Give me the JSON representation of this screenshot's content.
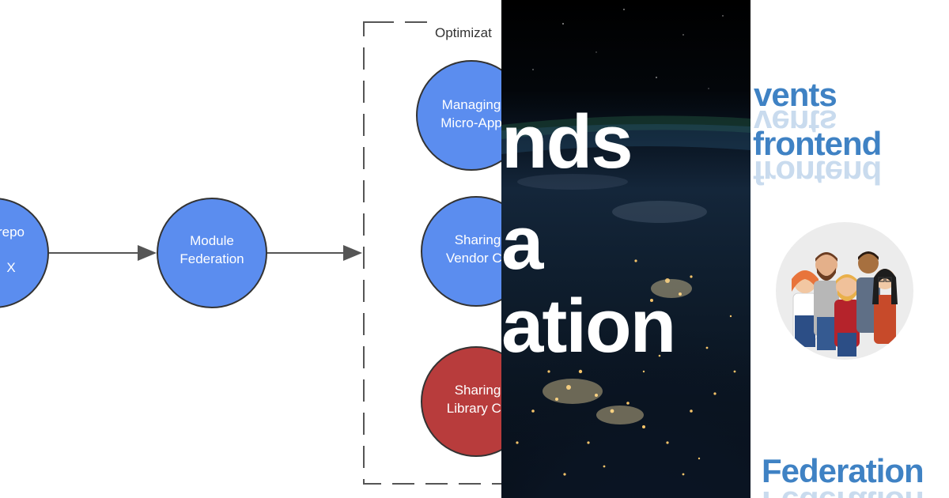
{
  "diagram": {
    "group_label": "Optimizat",
    "nodes": [
      {
        "lines": [
          "repo",
          "",
          "X"
        ],
        "color": "#5b8def"
      },
      {
        "lines": [
          "Module",
          "Federation"
        ],
        "color": "#5b8def"
      },
      {
        "lines": [
          "Managing",
          "Micro-App"
        ],
        "color": "#5b8def"
      },
      {
        "lines": [
          "Sharing",
          "Vendor Co"
        ],
        "color": "#5b8def"
      },
      {
        "lines": [
          "Sharing",
          "Library Co"
        ],
        "color": "#b83c3c"
      }
    ]
  },
  "cover": {
    "title_lines": [
      "nds",
      "a",
      "ation"
    ]
  },
  "logo": {
    "words": [
      "vents",
      "frontend",
      "Federation"
    ],
    "brand_color": "#3f82c4",
    "illustration": "group-of-developers-avatar"
  }
}
